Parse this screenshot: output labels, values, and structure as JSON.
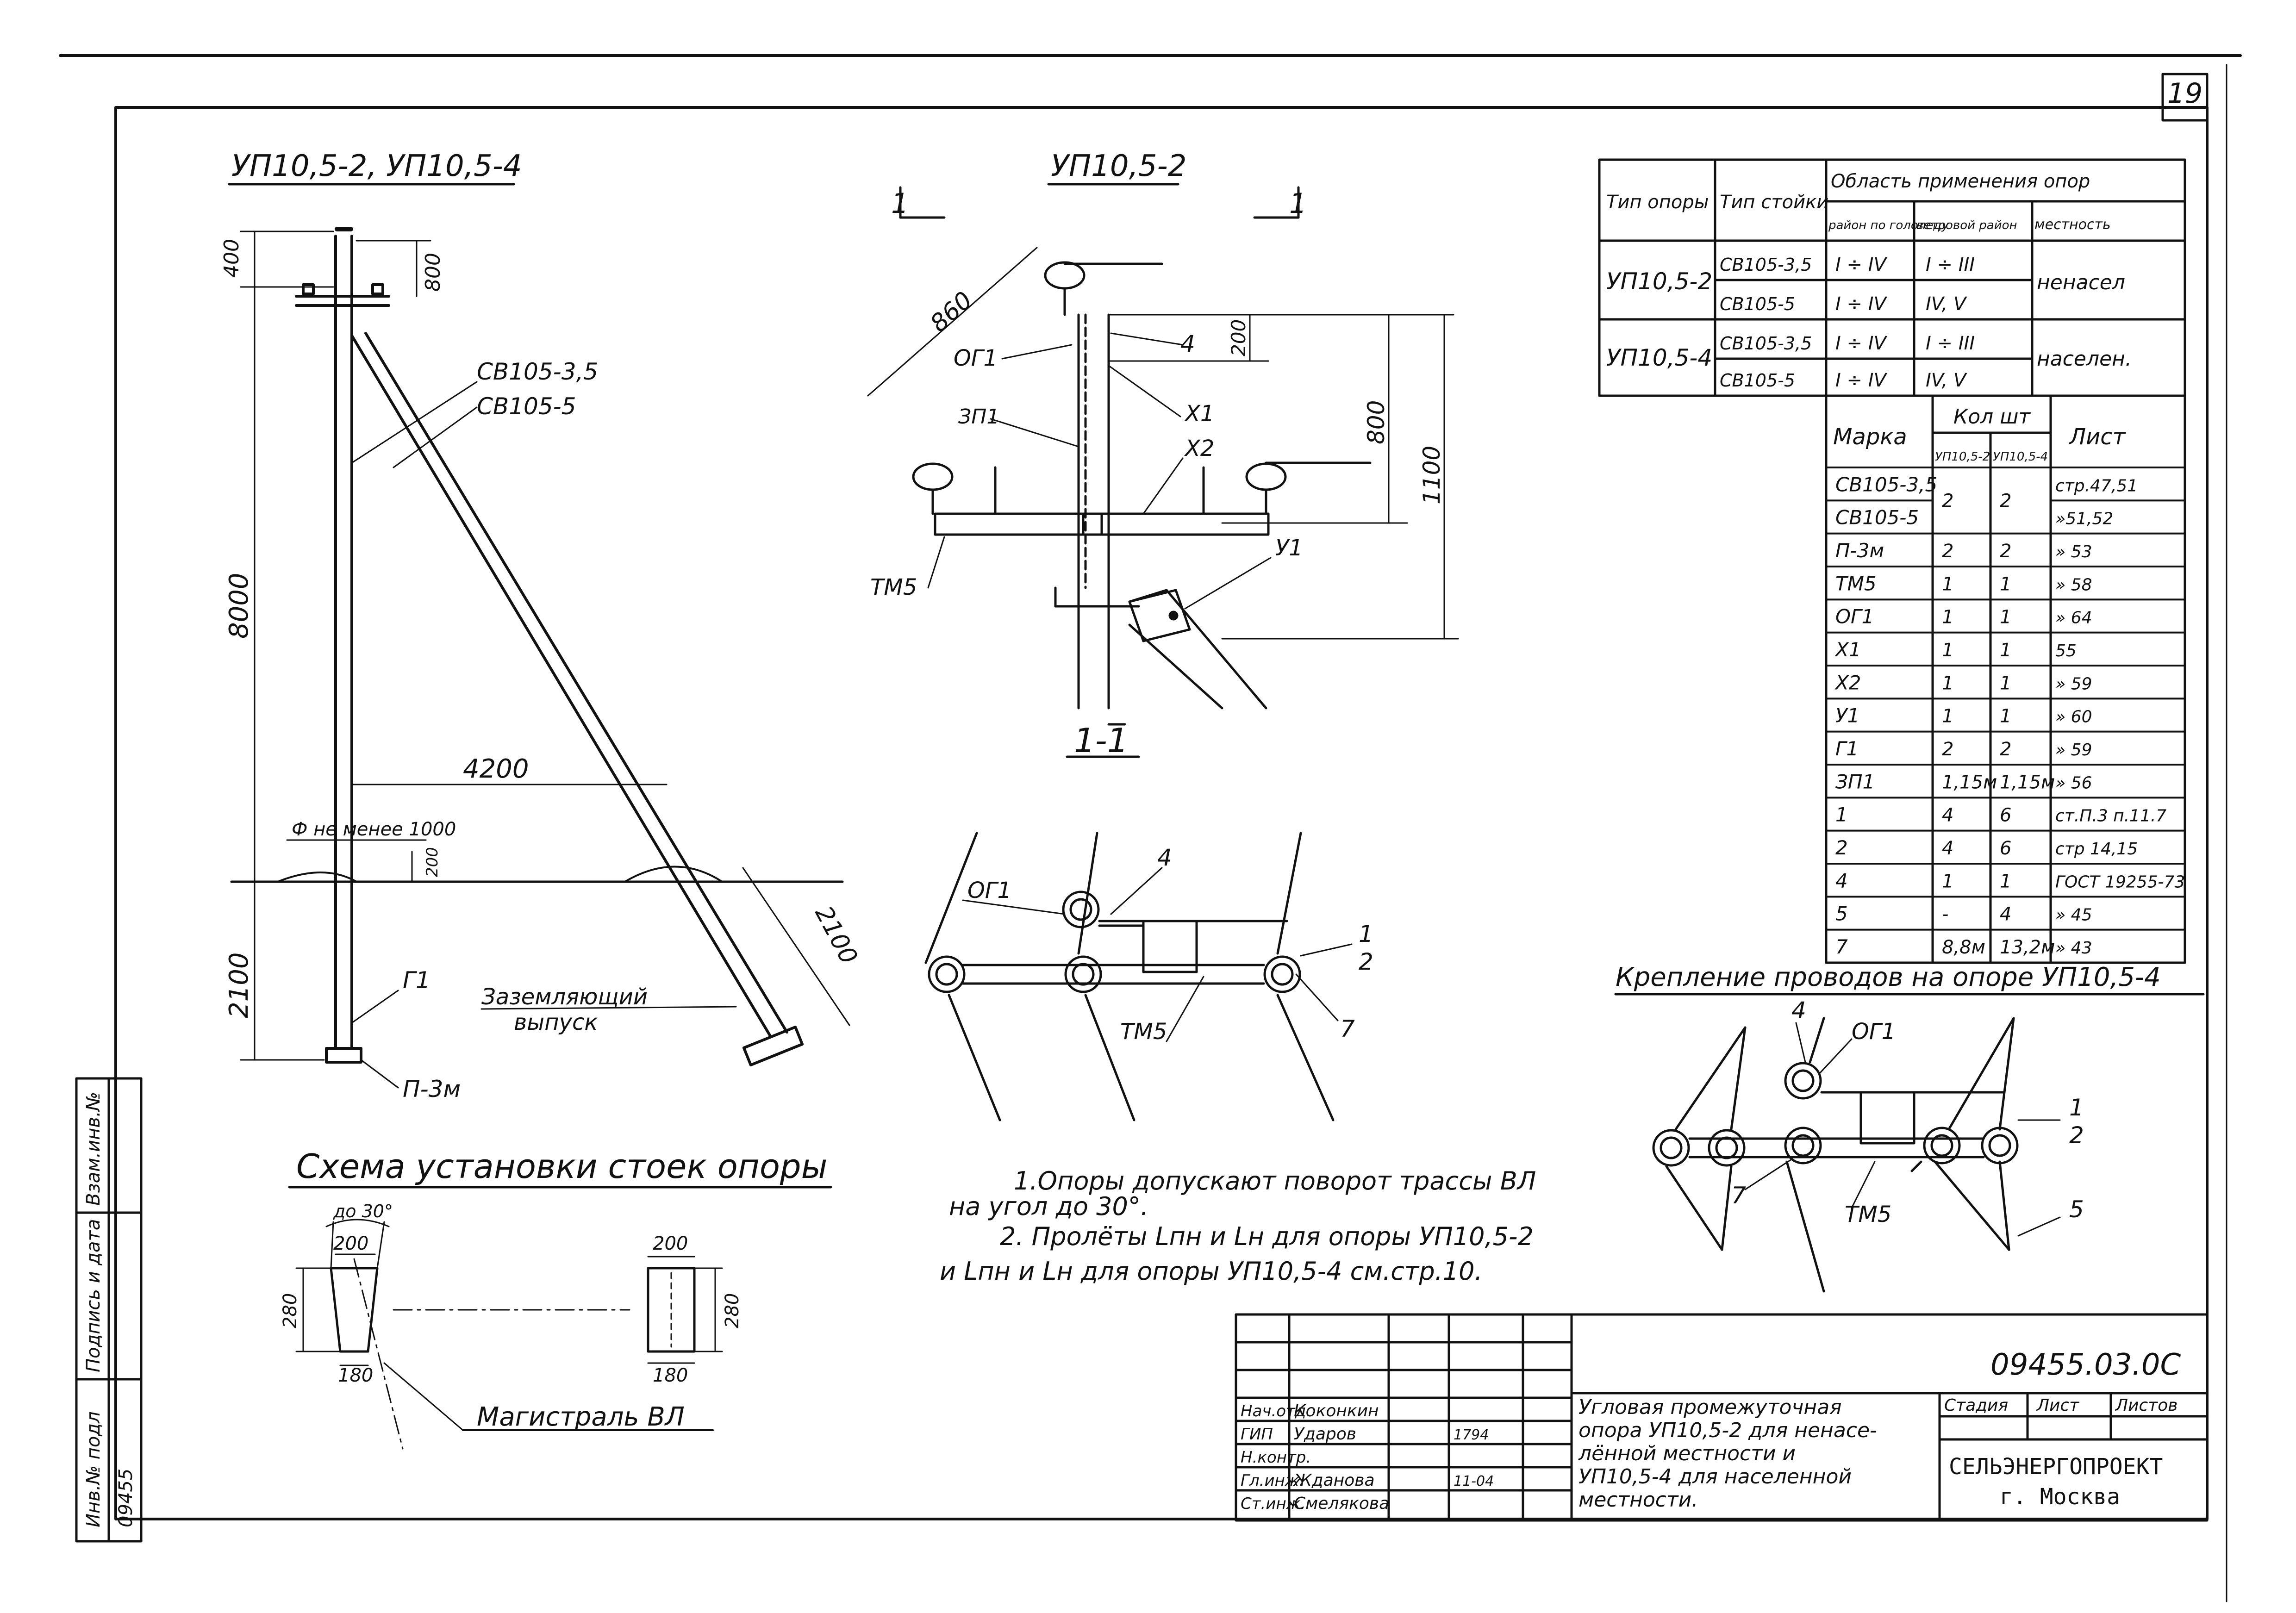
{
  "sheet": {
    "page_number": "19",
    "doc_code": "09455.03.0С"
  },
  "views": {
    "main": {
      "title": "УП10,5-2, УП10,5-4",
      "dim_top": "400",
      "dim_arm": "800",
      "dim_height": "8000",
      "dim_ground": "2100",
      "dim_spread": "4200",
      "dim_brace": "2100",
      "dim_small": "200",
      "strut_label_1": "СВ105-3,5",
      "strut_label_2": "СВ105-5",
      "phi_label": "Ф не менее 1000",
      "ground_outlet_1": "Заземляющий",
      "ground_outlet_2": "выпуск",
      "g1": "Г1",
      "p3m": "П-3м"
    },
    "detail": {
      "title": "УП10,5-2",
      "section": "1-1",
      "section_mark": "1",
      "dim_860": "860",
      "dim_200": "200",
      "dim_800": "800",
      "dim_1100": "1100",
      "og1": "ОГ1",
      "zp1": "ЗП1",
      "tm5": "ТМ5",
      "x1": "Х1",
      "x2": "Х2",
      "y1": "У1",
      "n4": "4"
    },
    "plan": {
      "og1": "ОГ1",
      "n4": "4",
      "n1": "1",
      "n2": "2",
      "n7": "7",
      "tm5": "ТМ5"
    },
    "mount": {
      "title": "Крепление проводов на опоре УП10,5-4",
      "og1": "ОГ1",
      "n4": "4",
      "n1": "1",
      "n2": "2",
      "n5": "5",
      "n7": "7",
      "tm5": "ТМ5"
    },
    "install": {
      "title": "Схема установки стоек опоры",
      "angle": "до 30°",
      "d200a": "200",
      "d280a": "280",
      "d180a": "180",
      "d200b": "200",
      "d280b": "280",
      "d180b": "180",
      "mainline": "Магистраль ВЛ"
    }
  },
  "notes": {
    "line1": "1.Опоры допускают поворот трассы ВЛ",
    "line2": "на угол до 30°.",
    "line3": "2. Пролёты Lпн и Lн для опоры УП10,5-2",
    "line4": "и Lпн и Lн для опоры УП10,5-4 см.стр.10."
  },
  "apply_table": {
    "h_type": "Тип опоры",
    "h_rack": "Тип стойки",
    "h_area": "Область применения опор",
    "h_ice": "район по гололеду",
    "h_wind": "ветровой район",
    "h_loc": "местность",
    "rows": [
      {
        "type": "УП10,5-2",
        "rack1": "СВ105-3,5",
        "ice1": "I ÷ IV",
        "wind1": "I ÷ III",
        "rack2": "СВ105-5",
        "ice2": "I ÷ IV",
        "wind2": "IV, V",
        "loc": "ненасел"
      },
      {
        "type": "УП10,5-4",
        "rack1": "СВ105-3,5",
        "ice1": "I ÷ IV",
        "wind1": "I ÷ III",
        "rack2": "СВ105-5",
        "ice2": "I ÷ IV",
        "wind2": "IV, V",
        "loc": "населен."
      }
    ]
  },
  "parts_table": {
    "h_mark": "Марка",
    "h_qty": "Кол шт",
    "h_c1": "УП10,5-2",
    "h_c2": "УП10,5-4",
    "h_sheet": "Лист",
    "rows": [
      {
        "mark": "СВ105-3,5",
        "q1": "2",
        "q2": "2",
        "sheet": "стр.47,51"
      },
      {
        "mark": "СВ105-5",
        "q1": "",
        "q2": "",
        "sheet": "»51,52"
      },
      {
        "mark": "П-3м",
        "q1": "2",
        "q2": "2",
        "sheet": "» 53"
      },
      {
        "mark": "ТМ5",
        "q1": "1",
        "q2": "1",
        "sheet": "» 58"
      },
      {
        "mark": "ОГ1",
        "q1": "1",
        "q2": "1",
        "sheet": "» 64"
      },
      {
        "mark": "Х1",
        "q1": "1",
        "q2": "1",
        "sheet": "55"
      },
      {
        "mark": "Х2",
        "q1": "1",
        "q2": "1",
        "sheet": "» 59"
      },
      {
        "mark": "У1",
        "q1": "1",
        "q2": "1",
        "sheet": "» 60"
      },
      {
        "mark": "Г1",
        "q1": "2",
        "q2": "2",
        "sheet": "» 59"
      },
      {
        "mark": "ЗП1",
        "q1": "1,15м",
        "q2": "1,15м",
        "sheet": "» 56"
      },
      {
        "mark": "1",
        "q1": "4",
        "q2": "6",
        "sheet": "ст.П.3 п.11.7"
      },
      {
        "mark": "2",
        "q1": "4",
        "q2": "6",
        "sheet": "стр 14,15"
      },
      {
        "mark": "4",
        "q1": "1",
        "q2": "1",
        "sheet": "ГОСТ 19255-73"
      },
      {
        "mark": "5",
        "q1": "-",
        "q2": "4",
        "sheet": "» 45"
      },
      {
        "mark": "7",
        "q1": "8,8м",
        "q2": "13,2м",
        "sheet": "» 43"
      }
    ]
  },
  "side_stamp": {
    "c1": "Инв.№ подл",
    "c2": "Подпись и дата",
    "c3": "Взам.инв.№",
    "c4": "09455"
  },
  "title_block": {
    "roles": [
      "Нач.отд",
      "ГИП",
      "Н.контр.",
      "Гл.инж.",
      "Ст.инж."
    ],
    "names": [
      "Коконкин",
      "Ударов",
      "",
      "Жданова",
      "Смелякова"
    ],
    "dates": [
      "",
      "1794",
      "",
      "11-04",
      ""
    ],
    "desc_lines": [
      "Угловая промежуточная",
      "опора УП10,5-2 для ненасе-",
      "лённой местности и",
      "УП10,5-4 для населенной",
      "местности."
    ],
    "h_stage": "Стадия",
    "h_sheet": "Лист",
    "h_sheets": "Листов",
    "org1": "СЕЛЬЭНЕРГОПРОЕКТ",
    "org2": "г. Москва"
  }
}
